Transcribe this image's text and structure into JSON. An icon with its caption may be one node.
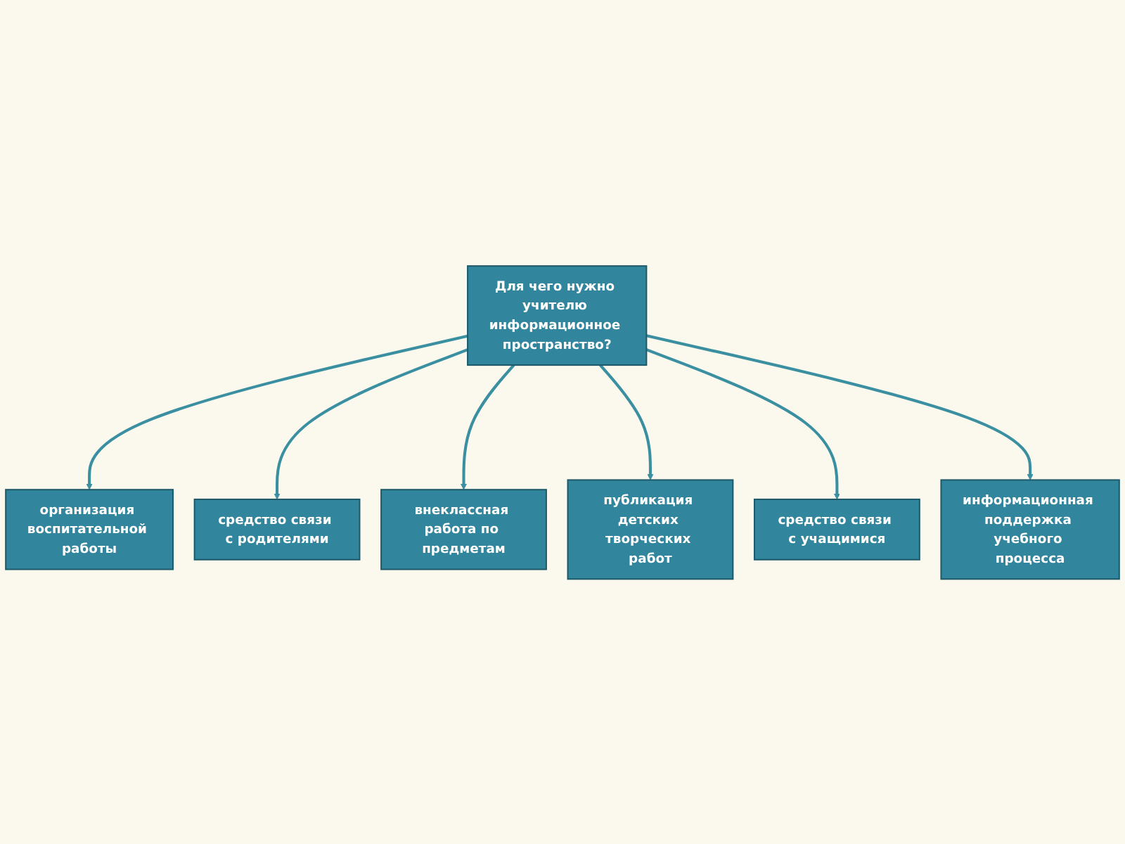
{
  "diagram": {
    "nodes": [
      {
        "text": [
          "Для чего нужно учителю информационное пространство?"
        ]
      },
      {
        "text": [
          "организация воспитательной работы"
        ]
      },
      {
        "text": [
          "средство связи с родителями"
        ]
      },
      {
        "text": [
          "внеклассная работа по предметам"
        ]
      },
      {
        "text": [
          "публикация детских творческих работ"
        ]
      },
      {
        "text": [
          "средство связи с учащимися"
        ]
      },
      {
        "text": [
          "информационная поддержка учебного процесса"
        ]
      }
    ],
    "edges": [
      {
        "from": 0,
        "to": 1,
        "arrow": "to"
      },
      {
        "from": 0,
        "to": 2,
        "arrow": "to"
      },
      {
        "from": 0,
        "to": 3,
        "arrow": "to"
      },
      {
        "from": 0,
        "to": 4,
        "arrow": "to"
      },
      {
        "from": 0,
        "to": 5,
        "arrow": "to"
      },
      {
        "from": 0,
        "to": 6,
        "arrow": "to"
      }
    ]
  }
}
